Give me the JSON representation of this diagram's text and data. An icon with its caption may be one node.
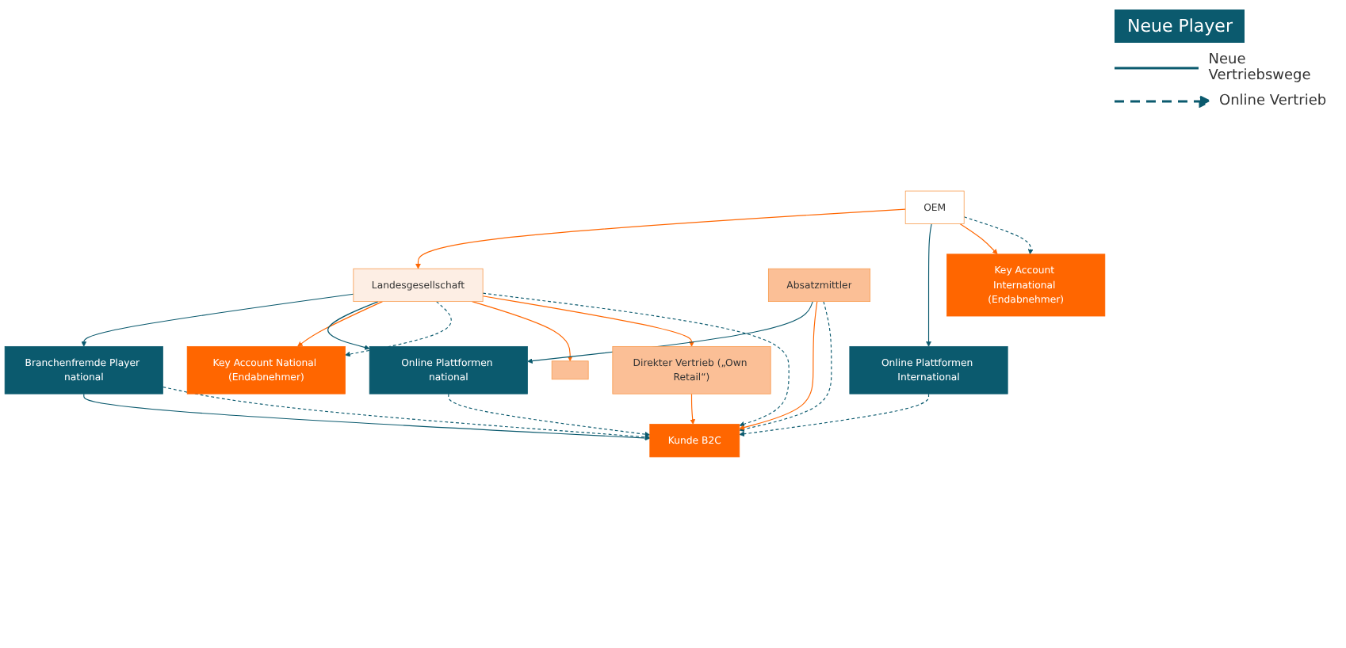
{
  "diagram": {
    "nodes": [
      {
        "text": [
          "OEM"
        ]
      },
      {
        "text": [
          "Online Plattformen International"
        ]
      },
      {
        "text": [
          "Landesgesellschaft"
        ]
      },
      {
        "text": [
          "Direkter Vertrieb („Own Retail“)"
        ]
      },
      {
        "text": [],
        "shape": "box"
      },
      {
        "text": [
          "Absatzmittler"
        ]
      },
      {
        "text": [
          "Online Plattformen national"
        ]
      },
      {
        "text": [
          "Branchenfremde Player national"
        ]
      },
      {
        "text": [
          "Key Account International (Endabnehmer)"
        ]
      },
      {
        "text": [
          "Kunde B2C"
        ]
      },
      {
        "text": [
          "Key Account National (Endabnehmer)"
        ]
      }
    ],
    "edges": [
      {
        "from": 0,
        "to": 8,
        "arrow": "to",
        "style": "dashed"
      },
      {
        "from": 0,
        "to": 8,
        "arrow": "to",
        "color": "#ff6600"
      },
      {
        "from": 0,
        "to": 1,
        "arrow": "to"
      },
      {
        "from": 0,
        "to": 2,
        "arrow": "to",
        "color": "#ff6600"
      },
      {
        "from": 1,
        "to": 9,
        "arrow": "to",
        "style": "dashed"
      },
      {
        "from": 2,
        "to": 9,
        "arrow": "to",
        "style": "dashed"
      },
      {
        "from": 2,
        "to": 3,
        "arrow": "to",
        "color": "#ff6600"
      },
      {
        "from": 2,
        "to": 4,
        "arrow": "to",
        "color": "#ff6600"
      },
      {
        "from": 2,
        "to": 10,
        "arrow": "to",
        "style": "dashed"
      },
      {
        "from": 2,
        "to": 10,
        "arrow": "to",
        "color": "#ff6600"
      },
      {
        "from": 2,
        "to": 6,
        "arrow": "to"
      },
      {
        "from": 2,
        "to": 7,
        "arrow": "to"
      },
      {
        "from": 3,
        "to": 9,
        "arrow": "to",
        "color": "#ff6600"
      },
      {
        "from": 5,
        "to": 9,
        "arrow": "to",
        "style": "dashed"
      },
      {
        "from": 5,
        "to": 9,
        "arrow": "to",
        "color": "#ff6600"
      },
      {
        "from": 5,
        "to": 6,
        "arrow": "to"
      },
      {
        "from": 6,
        "to": 9,
        "arrow": "to",
        "style": "dashed"
      },
      {
        "from": 7,
        "to": 9,
        "arrow": "to",
        "style": "dashed"
      },
      {
        "from": 7,
        "to": 9,
        "arrow": "to"
      }
    ],
    "legend": [
      {
        "text": "Neue Player",
        "color": "#0b5a6e"
      },
      {
        "text": "Neue Vertriebswege"
      },
      {
        "text": "Online Vertrieb"
      }
    ]
  }
}
